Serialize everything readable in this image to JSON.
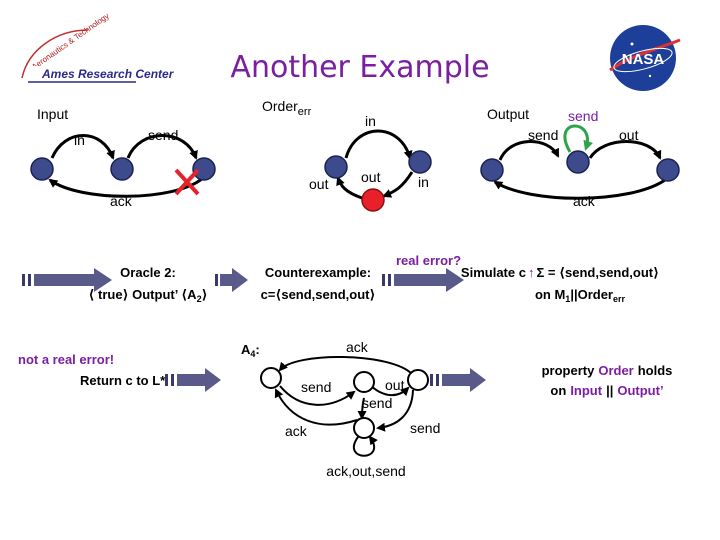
{
  "title": "Another Example",
  "logos": {
    "ames": "Ames Research Center",
    "ames_arc": "Aeronautics & Technology",
    "nasa": "NASA"
  },
  "colors": {
    "title": "#7a1fa2",
    "state": "#3d4a8c",
    "error_state": "#e8202a",
    "green_arrow": "#2ea34a",
    "arrow_fill": "#5a5a8a"
  },
  "input": {
    "name": "Input",
    "label_in": "in",
    "label_send": "send",
    "label_ack": "ack"
  },
  "order": {
    "name": "Order",
    "sub": "err",
    "label_in_top": "in",
    "label_out_left": "out",
    "label_out_mid": "out",
    "label_in_right": "in"
  },
  "output": {
    "name": "Output",
    "label_send_top": "send",
    "label_send": "send",
    "label_out": "out",
    "label_ack": "ack"
  },
  "flow": {
    "oracle_line1": "Oracle 2:",
    "oracle_line2": "⟨ true⟩ Output’ ⟨A",
    "oracle_sub": "2",
    "oracle_close": "⟩",
    "counterexample_line1": "Counterexample:",
    "counterexample_line2": "c=⟨send,send,out⟩",
    "real_error": "real error?",
    "simulate_line1": "Simulate c",
    "simulate_sigma": "Σ = ⟨send,send,out⟩",
    "simulate_line2": "on M",
    "simulate_sub1": "1",
    "simulate_order": "||Order",
    "simulate_sub2": "err",
    "not_real_error": "not a real error!",
    "return_c": "Return c to L*"
  },
  "a4": {
    "name": "A",
    "sub": "4",
    "colon": ":",
    "label_ack_top": "ack",
    "label_send_left": "send",
    "label_out": "out",
    "label_send_mid": "send",
    "label_ack_left": "ack",
    "label_send_right": "send",
    "label_self": "ack,out,send"
  },
  "property": {
    "word_property": "property",
    "word_order": "Order",
    "word_holds": "holds",
    "word_on": "on",
    "word_input": "Input",
    "word_par": "||",
    "word_output": "Output’"
  }
}
